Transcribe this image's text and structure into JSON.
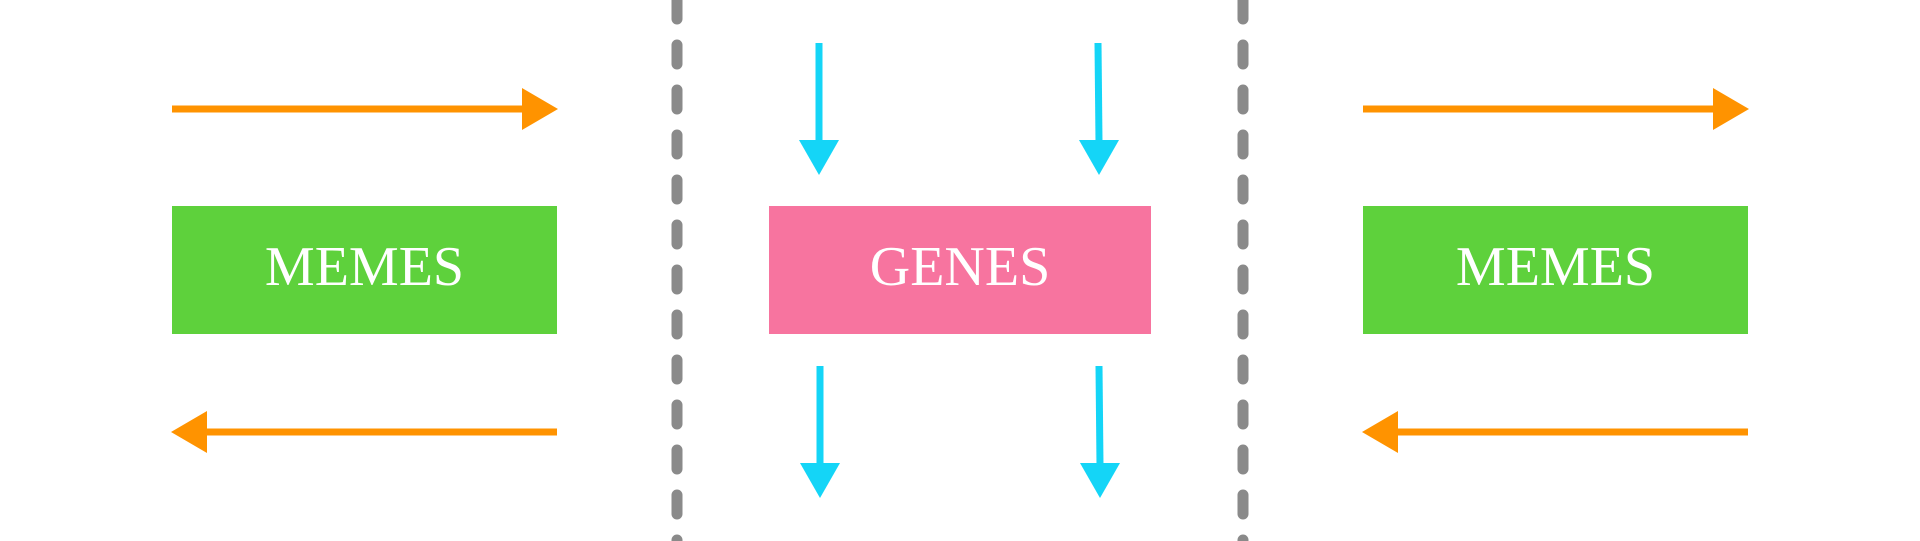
{
  "left_box": {
    "label": "MEMES"
  },
  "center_box": {
    "label": "GENES"
  },
  "right_box": {
    "label": "MEMES"
  },
  "colors": {
    "meme_box": "#5ed13c",
    "gene_box": "#f7749f",
    "horizontal_arrow": "#ff9300",
    "vertical_arrow": "#14d5f7",
    "divider": "#8a8a8a",
    "label_text": "#ffffff"
  },
  "icons": {
    "horizontal_arrow": "arrow-right-icon / arrow-left-icon",
    "vertical_arrow": "arrow-down-icon",
    "divider": "dashed-line"
  }
}
